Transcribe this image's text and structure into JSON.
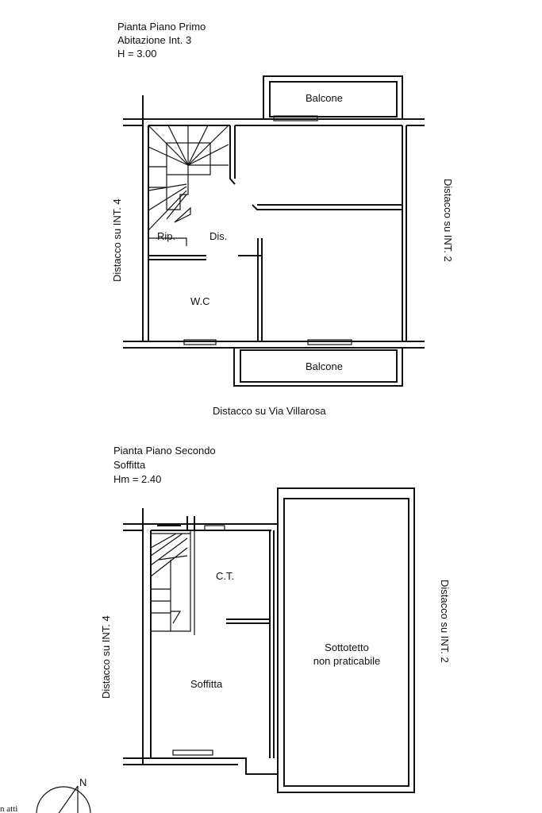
{
  "plan1": {
    "title": "Pianta Piano Primo",
    "subtitle": "Abitazione Int. 3",
    "height": "H = 3.00",
    "labels": {
      "balcone_top": "Balcone",
      "balcone_bottom": "Balcone",
      "rip": "Rip.",
      "dis": "Dis.",
      "wc": "W.C",
      "left": "Distacco su INT. 4",
      "right": "Distacco su INT. 2",
      "bottom": "Distacco su Via Villarosa"
    }
  },
  "plan2": {
    "title": "Pianta Piano Secondo",
    "subtitle": "Soffitta",
    "height": "Hm = 2.40",
    "labels": {
      "ct": "C.T.",
      "soffitta": "Soffitta",
      "sottotetto_1": "Sottotetto",
      "sottotetto_2": "non praticabile",
      "left": "Distacco su INT. 4",
      "right": "Distacco su INT. 2"
    }
  },
  "compass": {
    "north": "N"
  },
  "margin_note": "n atti"
}
